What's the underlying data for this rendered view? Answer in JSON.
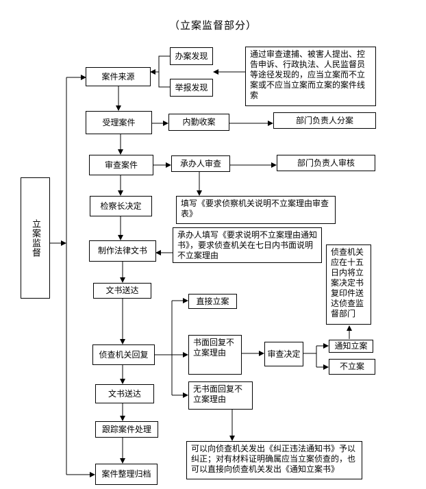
{
  "title": "（立案监督部分）",
  "nodes": {
    "side": "立案监督",
    "case_source": "案件来源",
    "handle_found": "办案发现",
    "report_found": "举报发现",
    "source_desc": "通过审查逮捕、被害人提出、控告申诉、行政执法、人民监督员等途径发现的，应当立案而不立案或不应当立案而立案的案件线索",
    "accept_case": "受理案件",
    "internal_receive": "内勤收案",
    "dept_assign": "部门负责人分案",
    "review_case": "审查案件",
    "handler_review": "承办人审查",
    "dept_review": "部门负责人审核",
    "chief_decision": "检察长决定",
    "fill_form": "填写《要求侦察机关说明不立案理由审查表》",
    "make_doc": "制作法律文书",
    "handler_fill": "承办人填写《要求说明不立案理由通知书》，要求侦查机关在七日内书面说明不立案理由",
    "doc_deliver_1": "文书送达",
    "direct_file": "直接立案",
    "agency_deadline": "侦查机关应在十五日内将立案决定书复印件送达侦查监督部门",
    "agency_reply": "侦查机关回复",
    "written_reply": "书面回复不立案理由",
    "review_decision": "审查决定",
    "notify_file": "通知立案",
    "no_file": "不立案",
    "no_written_reply": "无书面回复不立案理由",
    "doc_deliver_2": "文书送达",
    "track_case": "跟踪案件处理",
    "archive": "案件整理归档",
    "correction_note": "可以向侦查机关发出《纠正违法通知书》予以纠正；对有材料证明确属应当立案侦查的，也可以直接向侦查机关发出《通知立案书》"
  }
}
